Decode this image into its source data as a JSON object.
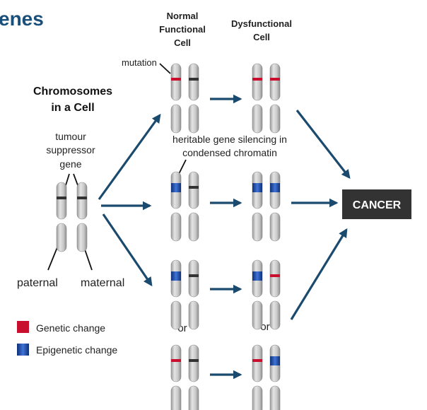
{
  "title": "enes",
  "headers": {
    "normal": [
      "Normal",
      "Functional",
      "Cell"
    ],
    "dysfunctional": [
      "Dysfunctional",
      "Cell"
    ]
  },
  "chromosomes_label": [
    "Chromosomes",
    "in a Cell"
  ],
  "gene_label": [
    "tumour",
    "suppressor",
    "gene"
  ],
  "paternal": "paternal",
  "maternal": "maternal",
  "mutation": "mutation",
  "silencing": [
    "heritable gene silencing in",
    "condensed chromatin"
  ],
  "or_left": "or",
  "or_right": "or",
  "cancer": "CANCER",
  "legend": [
    {
      "label": "Genetic change",
      "color": "#c8102e"
    },
    {
      "label": "Epigenetic change",
      "color": "#1f5bb5"
    }
  ],
  "colors": {
    "title": "#1a4f7a",
    "arrow": "#1a4a6e",
    "cancer_bg": "#333333",
    "band": "#333333"
  }
}
